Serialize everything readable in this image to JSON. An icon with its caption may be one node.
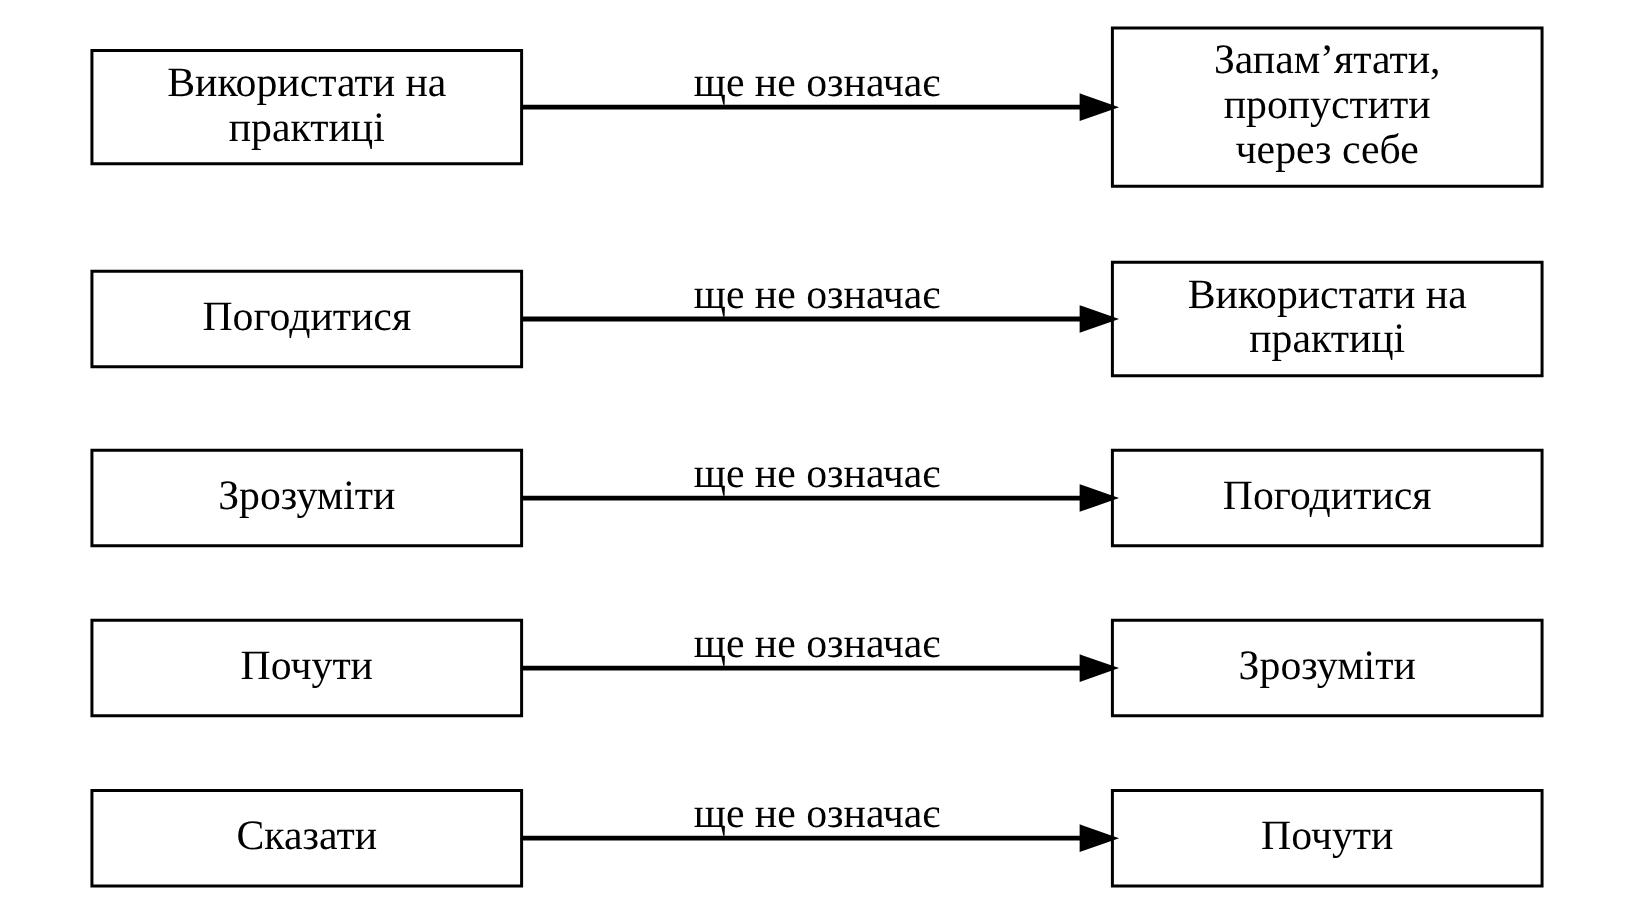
{
  "diagram": {
    "nodes": [
      {
        "text": [
          "Сказати"
        ]
      },
      {
        "text": [
          "Почути"
        ]
      },
      {
        "text": [
          "Почути"
        ]
      },
      {
        "text": [
          "Зрозуміти"
        ]
      },
      {
        "text": [
          "Зрозуміти"
        ]
      },
      {
        "text": [
          "Погодитися"
        ]
      },
      {
        "text": [
          "Погодитися"
        ]
      },
      {
        "text": [
          "Використати на практиці"
        ]
      },
      {
        "text": [
          "Використати на практиці"
        ]
      },
      {
        "text": [
          "Запам’ятати, пропустити через себе"
        ]
      }
    ],
    "edges": [
      {
        "from": 0,
        "to": 1,
        "arrow": "to",
        "label": "ще не означає"
      },
      {
        "from": 2,
        "to": 3,
        "arrow": "to",
        "label": "ще не означає"
      },
      {
        "from": 4,
        "to": 5,
        "arrow": "to",
        "label": "ще не означає"
      },
      {
        "from": 6,
        "to": 7,
        "arrow": "to",
        "label": "ще не означає"
      },
      {
        "from": 8,
        "to": 9,
        "arrow": "to",
        "label": "ще не означає"
      }
    ]
  }
}
